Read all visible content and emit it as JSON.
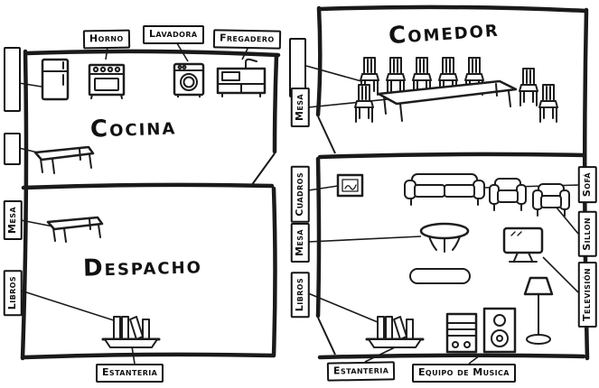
{
  "page": {
    "background": "#ffffff",
    "ink_color": "#1d1d1d"
  },
  "rooms": {
    "cocina": {
      "title": "Cocina"
    },
    "despacho": {
      "title": "Despacho"
    },
    "comedor": {
      "title": "Comedor"
    }
  },
  "labels": {
    "horno": "Horno",
    "lavadora": "Lavadora",
    "fregadero": "Fregadero",
    "mesa_despacho": "Mesa",
    "libros_despacho": "Libros",
    "estanteria_despacho": "Estanteria",
    "mesa_comedor": "Mesa",
    "cuadros": "Cuadros",
    "mesa_salon": "Mesa",
    "libros_salon": "Libros",
    "sofa": "Sofá",
    "sillon": "Sillon",
    "television": "Televisión",
    "estanteria_salon": "Estanteria",
    "equipo_de_musica": "Equipo de Musica"
  },
  "empty_label_boxes": 3,
  "icons": [
    "fridge-icon",
    "stove-icon",
    "washing-machine-icon",
    "sink-icon",
    "kitchen-table-icon",
    "desk-table-icon",
    "bookshelf-icon",
    "dining-table-icon",
    "chair-icon",
    "picture-frame-icon",
    "sofa-icon",
    "armchair-icon",
    "round-table-icon",
    "tv-icon",
    "rug-icon",
    "stereo-icon",
    "floor-lamp-icon"
  ]
}
